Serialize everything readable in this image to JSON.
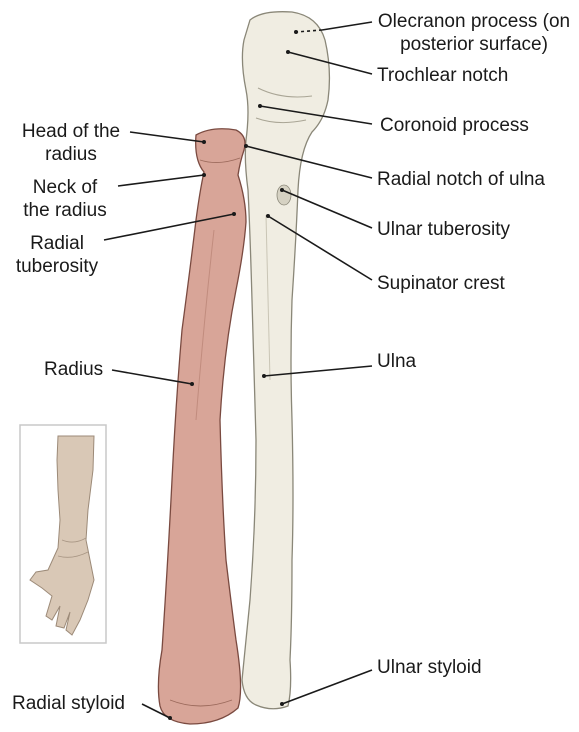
{
  "labels": {
    "olecranon": "Olecranon process (on posterior surface)",
    "olecranon_line1": "Olecranon process (on",
    "olecranon_line2": "posterior surface)",
    "trochlear": "Trochlear notch",
    "coronoid": "Coronoid process",
    "head_radius_line1": "Head of the",
    "head_radius_line2": "radius",
    "radial_notch": "Radial notch of ulna",
    "neck_radius_line1": "Neck of",
    "neck_radius_line2": "the radius",
    "radial_tuberosity_line1": "Radial",
    "radial_tuberosity_line2": "tuberosity",
    "ulnar_tuberosity": "Ulnar tuberosity",
    "supinator_crest": "Supinator crest",
    "radius": "Radius",
    "ulna": "Ulna",
    "ulnar_styloid": "Ulnar styloid",
    "radial_styloid": "Radial styloid"
  },
  "colors": {
    "radius_fill": "#d8a598",
    "radius_stroke": "#7a4a40",
    "ulna_fill": "#f0ede2",
    "ulna_stroke": "#8a8778",
    "leader": "#1a1a1a",
    "inset_border": "#c8c8c8",
    "skin": "#d9c8b6"
  }
}
